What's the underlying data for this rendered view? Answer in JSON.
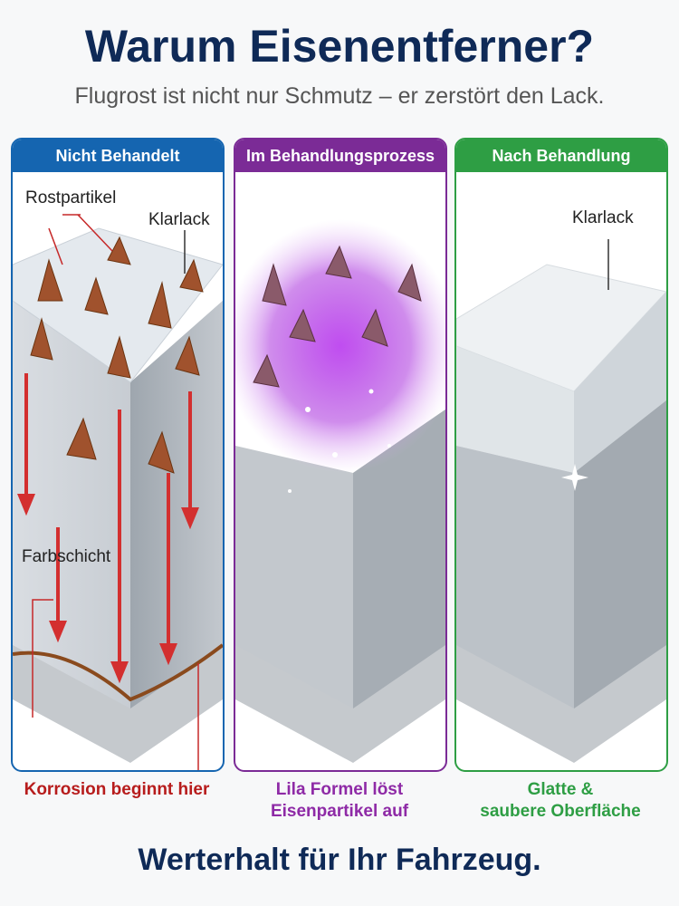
{
  "header": {
    "title": "Warum Eisenentferner?",
    "subtitle": "Flugrost ist nicht nur Schmutz – er zerstört den Lack."
  },
  "panels": [
    {
      "title": "Nicht Behandelt",
      "color": "#1565b0",
      "labels": {
        "rust": "Rostpartikel",
        "clearcoat": "Klarlack",
        "paint": "Farbschicht"
      },
      "caption": "Korrosion beginnt hier",
      "caption_color": "#b71c1c"
    },
    {
      "title": "Im Behandlungsprozess",
      "color": "#7b2b96",
      "caption_line1": "Lila Formel löst",
      "caption_line2": "Eisenpartikel auf",
      "caption_color": "#8e2aa6"
    },
    {
      "title": "Nach Behandlung",
      "color": "#2e9e44",
      "labels": {
        "clearcoat": "Klarlack"
      },
      "caption_line1": "Glatte &",
      "caption_line2": "saubere Oberfläche",
      "caption_color": "#2e9e44"
    }
  ],
  "footer": "Werterhalt für Ihr Fahrzeug."
}
